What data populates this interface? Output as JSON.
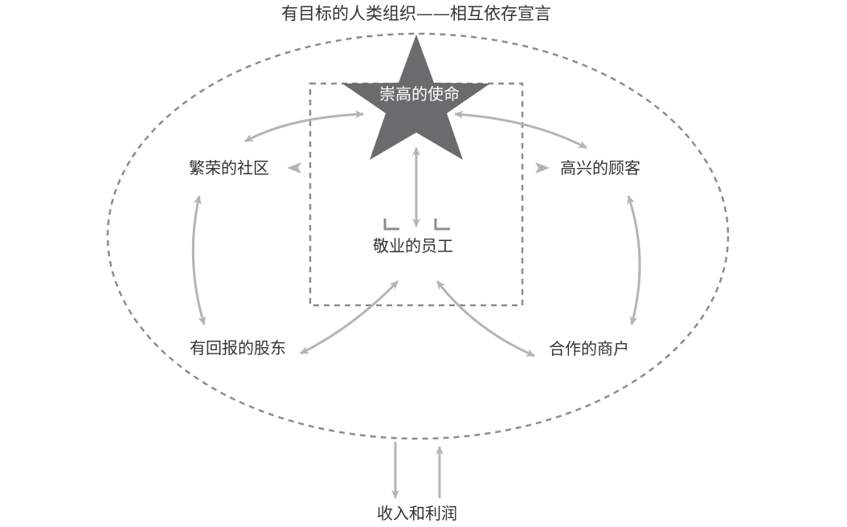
{
  "title": "有目标的人类组织——相互依存宣言",
  "nodes": {
    "mission": "崇高的使命",
    "community": "繁荣的社区",
    "customers": "高兴的顾客",
    "employees": "敬业的员工",
    "shareholders": "有回报的股东",
    "suppliers": "合作的商户",
    "revenue": "收入和利润"
  },
  "colors": {
    "star": "#6b6b6d",
    "arrow": "#b4b4b4",
    "dashed_outline": "#8c8c8c",
    "text": "#333333"
  }
}
